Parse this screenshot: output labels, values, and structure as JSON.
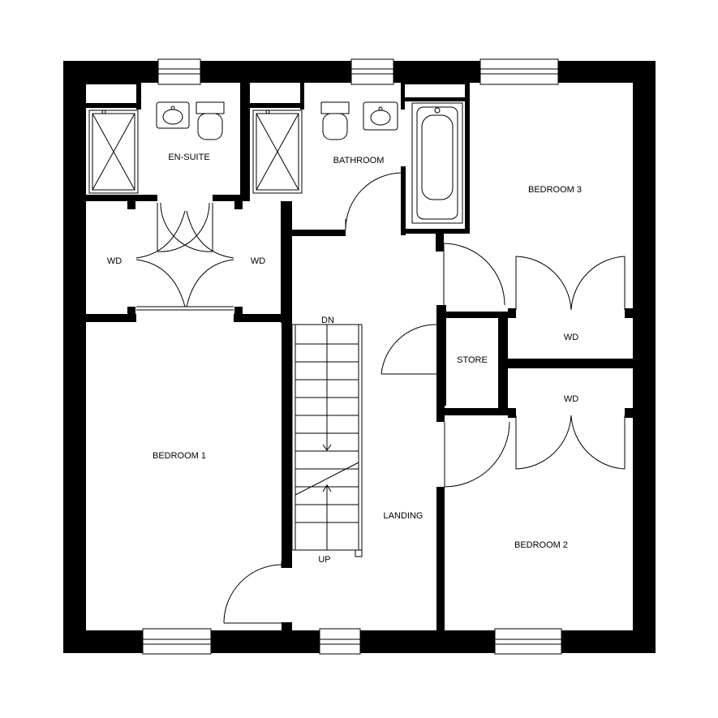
{
  "labels": {
    "en_suite": "EN-SUITE",
    "bathroom": "BATHROOM",
    "bedroom_3": "BEDROOM 3",
    "bedroom_1": "BEDROOM 1",
    "bedroom_2": "BEDROOM 2",
    "wd_left": "WD",
    "wd_right": "WD",
    "wd_bed3": "WD",
    "wd_bed2": "WD",
    "store": "STORE",
    "landing": "LANDING",
    "stairs_down": "DN",
    "stairs_up": "UP"
  },
  "colors": {
    "walls": "#000000",
    "background": "#ffffff"
  }
}
